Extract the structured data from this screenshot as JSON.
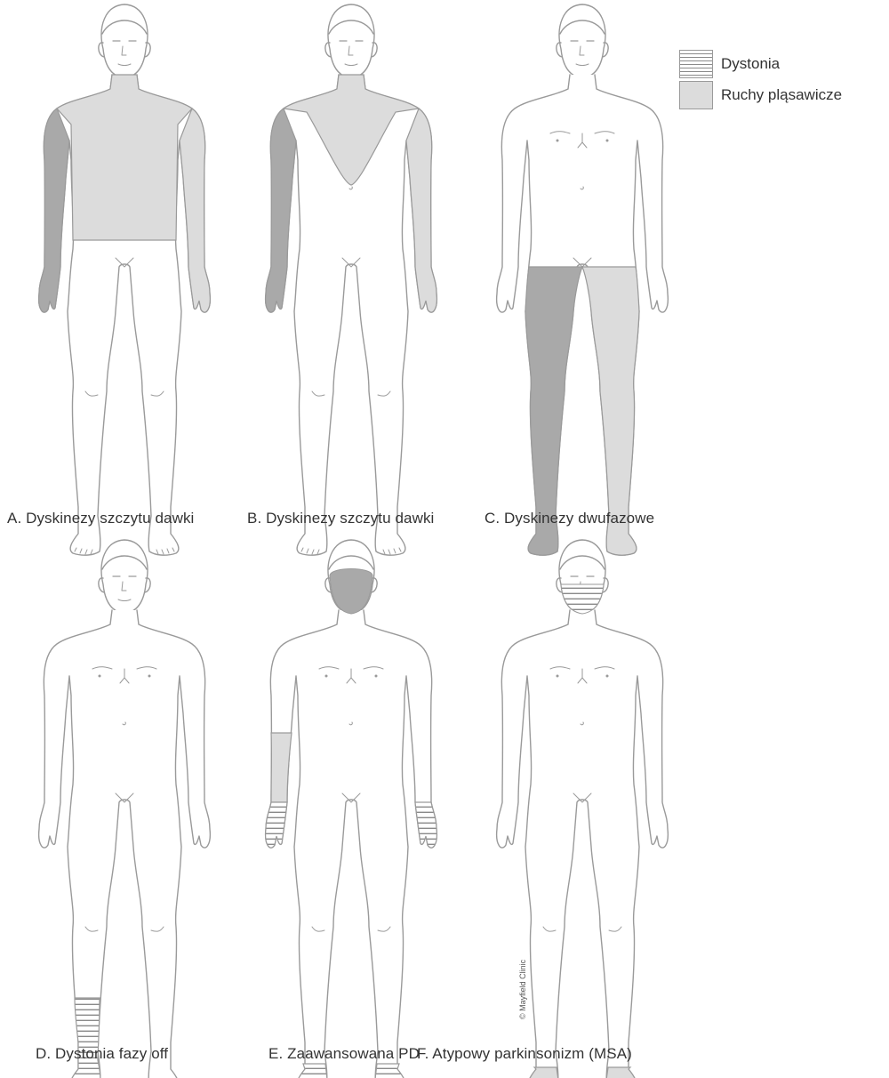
{
  "legend": [
    {
      "label": "Dystonia",
      "pattern": "stripes"
    },
    {
      "label": "Ruchy pląsawicze",
      "pattern": "fill"
    }
  ],
  "colors": {
    "chorea_fill": "#dcdcdc",
    "dark_fill": "#a9a9a9",
    "stripe": "#8a8a8a",
    "outline": "#9a9a9a"
  },
  "panels": [
    {
      "caption": "A.  Dyskinezy szczytu dawki",
      "regions": [
        "torso-upper",
        "right-arm-full",
        "left-arm-full"
      ]
    },
    {
      "caption": "B.  Dyskinezy szczytu dawki",
      "regions": [
        "shoulders-v",
        "right-arm-full",
        "left-arm-full"
      ]
    },
    {
      "caption": "C.  Dyskinezy dwufazowe",
      "regions": [
        "right-leg-full",
        "left-leg-full"
      ]
    },
    {
      "caption": "D.  Dystonia fazy off",
      "regions": [
        "right-ankle-stripes"
      ]
    },
    {
      "caption": "E.  Zaawansowana PD",
      "regions": [
        "face",
        "right-forearm",
        "hands-stripes",
        "ankles-stripes"
      ]
    },
    {
      "caption": "F.  Atypowy parkinsonizm (MSA)",
      "regions": [
        "mouth-stripes",
        "feet"
      ]
    }
  ],
  "credit": "© Mayfield Clinic"
}
